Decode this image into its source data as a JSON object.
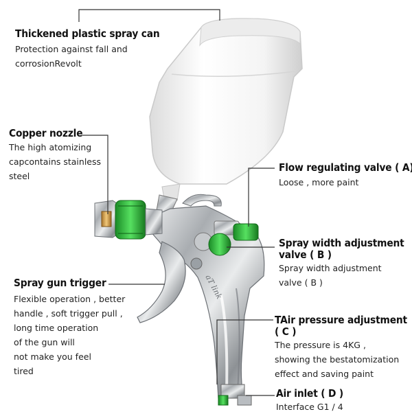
{
  "callouts": {
    "spray_can": {
      "title": "Thickened plastic spray can",
      "desc": [
        "Protection against fall and",
        "corrosionRevolt"
      ]
    },
    "copper_nozzle": {
      "title": "Copper nozzle",
      "desc": [
        "The high atomizing",
        "capcontains stainless",
        "steel"
      ]
    },
    "flow_valve": {
      "title": "Flow regulating valve ( A)",
      "desc": [
        "Loose , more paint"
      ]
    },
    "spray_width": {
      "title": [
        "Spray width adjustment",
        "valve ( B )"
      ],
      "desc": [
        "Spray width adjustment",
        "valve ( B )"
      ]
    },
    "trigger": {
      "title": "Spray gun trigger",
      "desc": [
        "Flexible operation , better",
        "handle , soft trigger pull ,",
        "long time operation",
        "of the gun will",
        "not make you feel",
        "tired"
      ]
    },
    "air_pressure": {
      "title": [
        "TAir pressure adjustment",
        "( C )"
      ],
      "desc": [
        "The pressure is 4KG ,",
        "showing the bestatomization",
        "effect and saving paint"
      ]
    },
    "air_inlet": {
      "title": "Air inlet ( D )",
      "desc": [
        "Interface G1 / 4"
      ]
    }
  },
  "gun_script_text": "aT link",
  "colors": {
    "accent_green": "#2fbf3c",
    "cup_white": "#f2f2f2",
    "chrome": "#b8bcc0",
    "leader_line": "#333333"
  }
}
